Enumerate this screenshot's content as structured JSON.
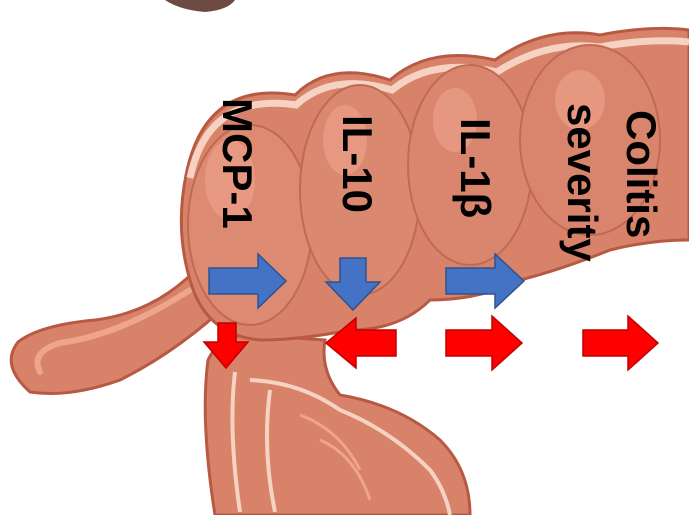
{
  "labels": {
    "mcp1": "MCP-1",
    "il10": "IL-10",
    "il1b": "IL-1β",
    "colitis_line1": "Colitis",
    "colitis_line2": "severity"
  },
  "arrows": {
    "blue": [
      {
        "label": "MCP-1",
        "direction": "right"
      },
      {
        "label": "IL-10",
        "direction": "down"
      },
      {
        "label": "IL-1β",
        "direction": "right"
      }
    ],
    "red": [
      {
        "label": "MCP-1",
        "direction": "down"
      },
      {
        "label": "IL-10",
        "direction": "left"
      },
      {
        "label": "IL-1β",
        "direction": "right"
      },
      {
        "label": "Colitis severity",
        "direction": "right"
      }
    ]
  },
  "colors": {
    "blue_arrow": "#4472C4",
    "red_arrow": "#FF0000",
    "colon_body": "#D8826A",
    "colon_highlight": "#EFA48C",
    "colon_outline": "#B85A43",
    "colon_rim": "#F6D2C2"
  }
}
